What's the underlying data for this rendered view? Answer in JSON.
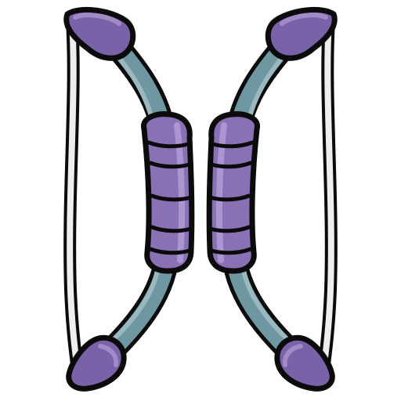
{
  "image": {
    "subject": "pair-of-bows-icon"
  },
  "palette": {
    "outline": "#0b0b0b",
    "limb": "#6e97a2",
    "limb_highlight": "#9ab8bf",
    "tip": "#7a62a8",
    "tip_highlight": "#a489c7",
    "grip": "#8a71b6",
    "grip_highlight": "#ad95d2",
    "string": "#eceef0",
    "background": "#ffffff"
  },
  "items": [
    {
      "name": "left-bow",
      "facing": "left"
    },
    {
      "name": "right-bow",
      "facing": "right"
    }
  ]
}
